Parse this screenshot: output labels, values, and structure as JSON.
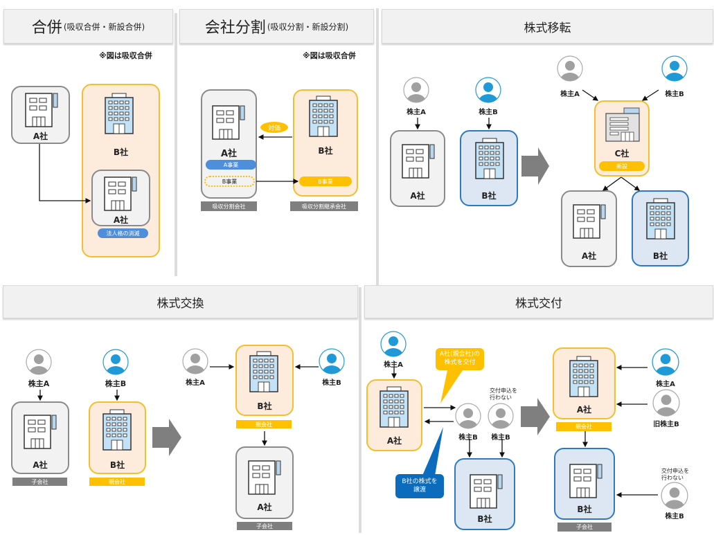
{
  "panels": {
    "merger": {
      "title_main": "合併",
      "title_sub": "(吸収合併・新設合併)",
      "note": "※図は吸収合併",
      "company_a": "A社",
      "company_b": "B社",
      "company_a_inner": "A社",
      "tag_extinction": "法人格の消滅"
    },
    "split": {
      "title_main": "会社分割",
      "title_sub": "(吸収分割・新設分割)",
      "note": "※図は吸収合併",
      "company_a": "A社",
      "company_b": "B社",
      "business_a": "A事業",
      "business_b_dotted": "B事業",
      "business_b": "B事業",
      "consideration": "対価",
      "tag_split_company": "吸収分割会社",
      "tag_successor": "吸収分割継承会社"
    },
    "transfer": {
      "title": "株式移転",
      "shareholder_a": "株主A",
      "shareholder_b": "株主B",
      "company_a": "A社",
      "company_b": "B社",
      "after_shareholder_a": "株主A",
      "after_shareholder_b": "株主B",
      "company_c": "C社",
      "tag_new": "新設",
      "after_company_a": "A社",
      "after_company_b": "B社"
    },
    "exchange": {
      "title": "株式交換",
      "shareholder_a": "株主A",
      "shareholder_b": "株主B",
      "company_a": "A社",
      "company_b": "B社",
      "tag_subsidiary": "子会社",
      "tag_parent": "親会社",
      "after_shareholder_a": "株主A",
      "after_shareholder_b": "株主B",
      "after_company_b": "B社",
      "after_tag_parent": "親会社",
      "after_company_a": "A社",
      "after_tag_subsidiary": "子会社"
    },
    "delivery": {
      "title": "株式交付",
      "shareholder_a": "株主A",
      "company_a": "A社",
      "bubble_deliver": "A社(親会社)の\n株式を交付",
      "bubble_transfer": "B社の株式を\n譲渡",
      "note_no_apply": "交付申込を\n行わない",
      "shareholder_b1": "株主B",
      "shareholder_b2": "株主B",
      "company_b": "B社",
      "after_company_a": "A社",
      "after_tag_parent": "親会社",
      "after_shareholder_a": "株主A",
      "after_former_b": "旧株主B",
      "after_company_b": "B社",
      "after_tag_subsidiary": "子会社",
      "after_note_no_apply": "交付申込を\n行わない",
      "after_shareholder_b": "株主B"
    }
  },
  "colors": {
    "gold": "#ffc000",
    "blue_dark": "#2e78c0",
    "blue_person": "#1f9ad6",
    "gray_person": "#a0a0a0",
    "orange_fill": "#fdebdc",
    "blue_fill": "#dde7f3",
    "gray_fill": "#f2f2f2"
  }
}
